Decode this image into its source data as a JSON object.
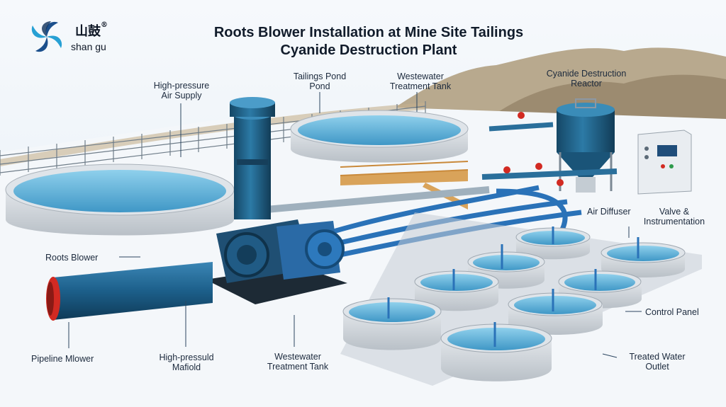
{
  "brand": {
    "name_cn": "山鼓",
    "name_en": "shan gu",
    "registered_mark": "®",
    "logo_icon": "pinwheel-logo-icon"
  },
  "title": {
    "line1": "Roots Blower Installation at Mine Site Tailings",
    "line2": "Cyanide Destruction Plant"
  },
  "labels": {
    "high_pressure_air_supply": [
      "High-pressure",
      "Air Supply"
    ],
    "tailings_pond": [
      "Tailings Pond",
      "Pond"
    ],
    "wastewater_tank_top": [
      "Westewater",
      "Treatment Tank"
    ],
    "cyanide_reactor": [
      "Cyanide Destruction",
      "Reactor"
    ],
    "roots_blower": "Roots Blower",
    "air_diffuser": "Air Diffuser",
    "valve_instrumentation": [
      "Valve &",
      "Instrumentation"
    ],
    "control_panel": "Control Panel",
    "pipeline_blower": "Pipeline Mlower",
    "high_pressure_manifold": [
      "High-pressuld",
      "Mafiold"
    ],
    "wastewater_tank_bottom": [
      "Westewater",
      "Treatment Tank"
    ],
    "treated_water_outlet": [
      "Treated Water",
      "Outlet"
    ]
  },
  "colors": {
    "water": "#5fb3d8",
    "steel_blue": "#1e5f86",
    "pipe_blue": "#2a72b8",
    "concrete": "#d5dadf",
    "accent_red": "#d22a22",
    "label_text": "#1c2a3d"
  }
}
